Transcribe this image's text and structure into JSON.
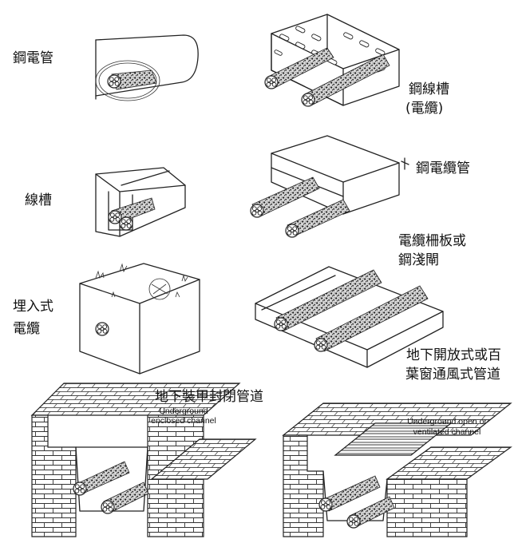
{
  "labels": {
    "steel_conduit": "鋼電管",
    "steel_trunking": "鋼線槽",
    "steel_trunking_sub": "(電纜)",
    "trunking": "線槽",
    "steel_cable_duct": "鋼電纜管",
    "cable_tray_line1": "電纜柵板或",
    "cable_tray_line2": "鋼淺閘",
    "direct_buried_line1": "埋入式",
    "direct_buried_line2": "電纜",
    "open_channel_line1": "地下開放式或百",
    "open_channel_line2": "葉窗通風式管道",
    "enclosed_channel": "地下裝甲封閉管道",
    "enclosed_channel_en_line1": "Underground",
    "enclosed_channel_en_line2": "enclosed channel",
    "open_channel_en_line1": "Underground open or",
    "open_channel_en_line2": "ventilated channel"
  }
}
